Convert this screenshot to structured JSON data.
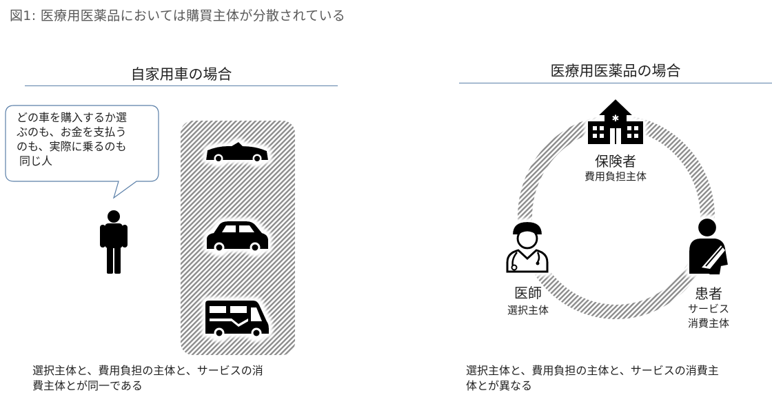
{
  "figure_title": "図1: 医療用医薬品においては購買主体が分散されている",
  "left": {
    "heading": "自家用車の場合",
    "speech_lines": [
      "どの車を購入するか選",
      "ぶのも、お金を支払う",
      "のも、実際に乗るのも",
      "同じ人"
    ],
    "caption_lines": [
      "選択主体と、費用負担の主体と、サービスの消",
      "費主体とが同一である"
    ],
    "icons": [
      "person-icon",
      "sports-car-icon",
      "sedan-car-icon",
      "camper-van-icon"
    ]
  },
  "right": {
    "heading": "医療用医薬品の場合",
    "insurer": {
      "name": "保険者",
      "role": "費用負担主体"
    },
    "doctor": {
      "name": "医師",
      "role": "選択主体"
    },
    "patient": {
      "name": "患者",
      "role_lines": [
        "サービス",
        "消費主体"
      ]
    },
    "caption_lines": [
      "選択主体と、費用負担の主体と、サービスの消費主",
      "体とが異なる"
    ],
    "icons": [
      "hospital-icon",
      "doctor-icon",
      "patient-icon"
    ]
  },
  "colors": {
    "rule": "#5a7fa8",
    "hatch": "#8c8c8c",
    "icon": "#000000"
  }
}
